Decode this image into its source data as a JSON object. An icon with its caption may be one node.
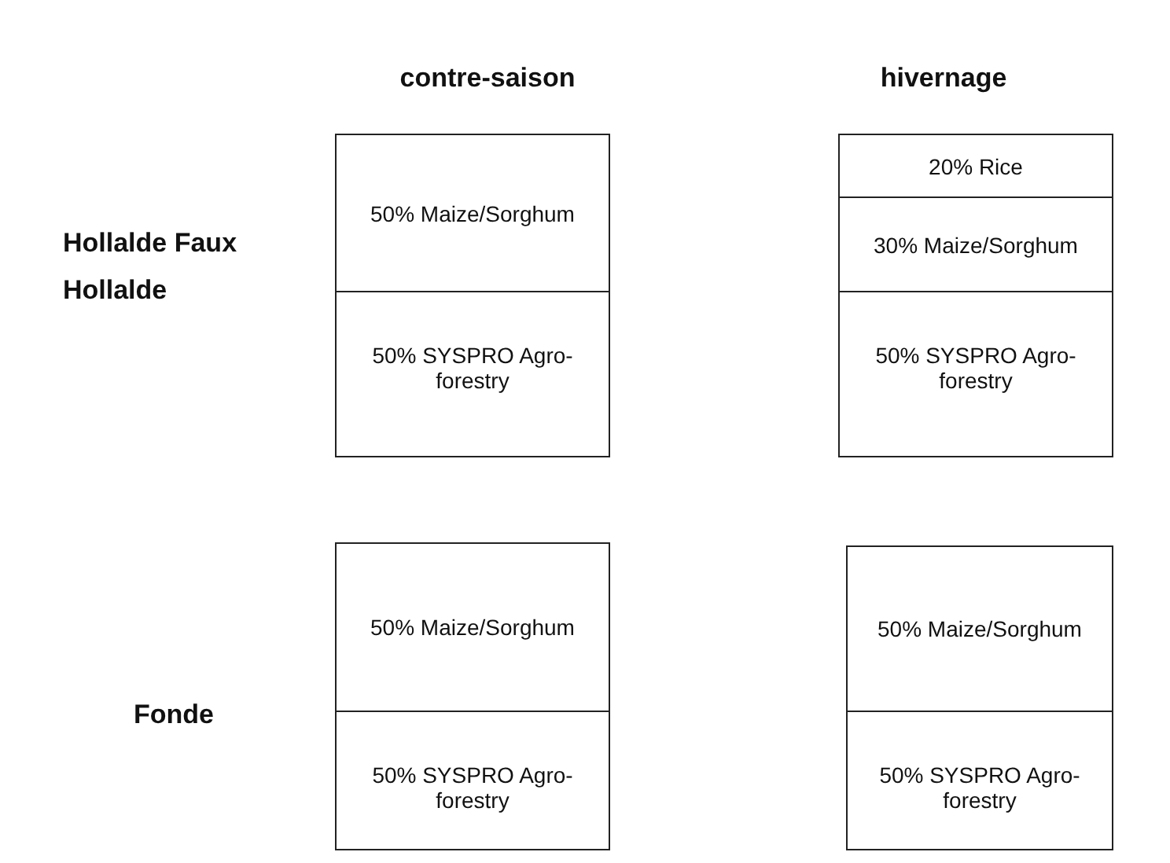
{
  "diagram": {
    "nodes": [
      {
        "text": [
          "50% Maize/Sorghum"
        ]
      },
      {
        "text": [
          "50% SYSPRO Agro-forestry"
        ]
      },
      {
        "text": [
          "20% Rice"
        ]
      },
      {
        "text": [
          "30% Maize/Sorghum"
        ]
      },
      {
        "text": [
          "50% SYSPRO Agro-forestry"
        ]
      },
      {
        "text": [
          "50% Maize/Sorghum"
        ]
      },
      {
        "text": [
          "50% SYSPRO Agro-forestry"
        ]
      },
      {
        "text": [
          "50% Maize/Sorghum"
        ]
      },
      {
        "text": [
          "50% SYSPRO Agro-forestry"
        ]
      }
    ],
    "edges": [],
    "labels": [
      "contre-saison",
      "hivernage",
      "Hollalde Faux Hollalde",
      "Fonde"
    ]
  }
}
